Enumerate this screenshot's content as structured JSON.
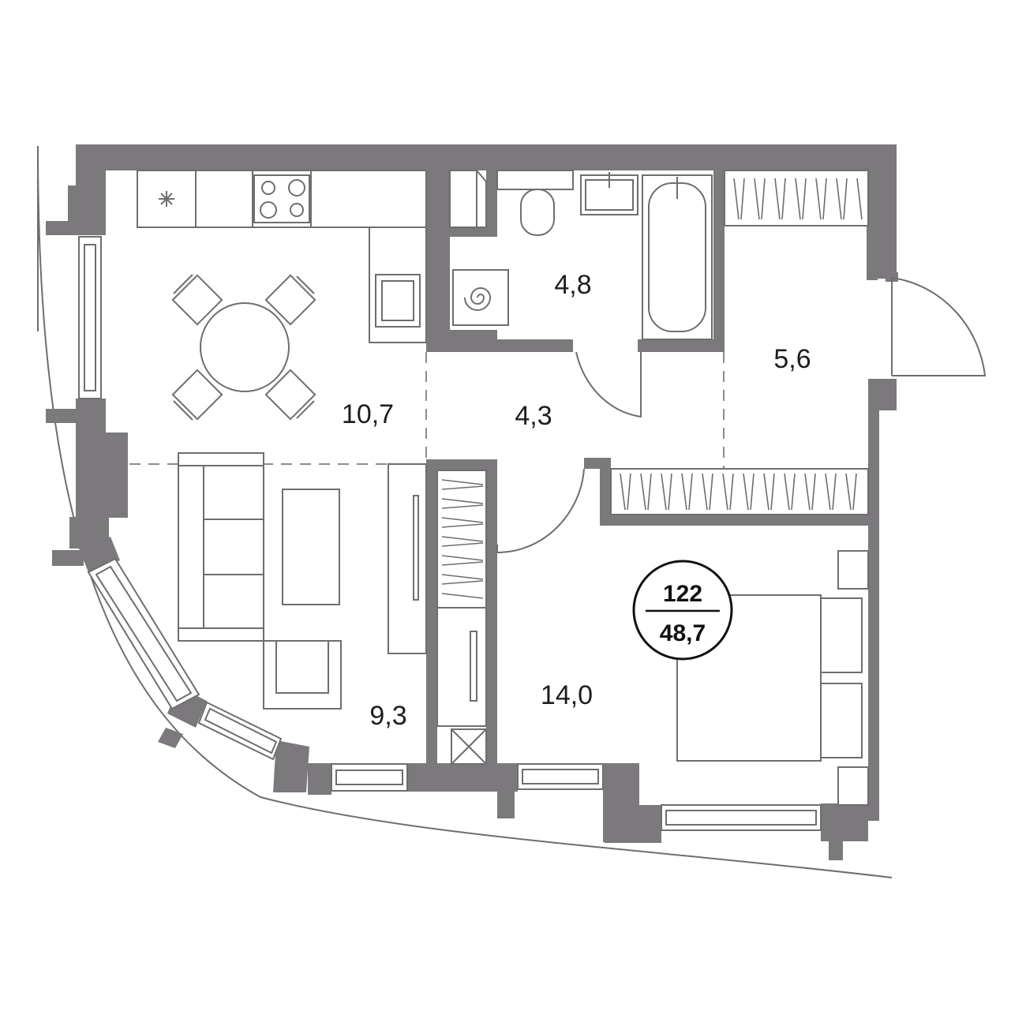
{
  "plan": {
    "rooms": [
      {
        "id": "kitchen",
        "area": "10,7"
      },
      {
        "id": "bathroom",
        "area": "4,8"
      },
      {
        "id": "hall",
        "area": "4,3"
      },
      {
        "id": "entrance",
        "area": "5,6"
      },
      {
        "id": "living",
        "area": "9,3"
      },
      {
        "id": "bedroom",
        "area": "14,0"
      }
    ],
    "badge": {
      "number": "122",
      "total_area": "48,7"
    }
  }
}
